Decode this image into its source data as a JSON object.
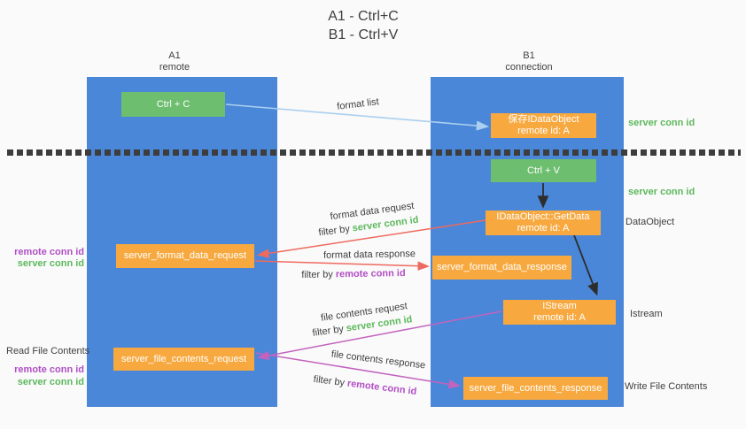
{
  "title": {
    "line1": "A1 - Ctrl+C",
    "line2": "B1 - Ctrl+V"
  },
  "columns": {
    "a": {
      "id": "A1",
      "subtitle": "remote"
    },
    "b": {
      "id": "B1",
      "subtitle": "connection"
    }
  },
  "nodes": {
    "ctrl_c": "Ctrl + C",
    "save_dataobject_line1": "保存IDataObject",
    "save_dataobject_line2": "remote id: A",
    "ctrl_v": "Ctrl + V",
    "getdata_line1": "IDataObject::GetData",
    "getdata_line2": "remote id: A",
    "format_request": "server_format_data_request",
    "format_response": "server_format_data_response",
    "istream_line1": "IStream",
    "istream_line2": "remote id: A",
    "file_request": "server_file_contents_request",
    "file_response": "server_file_contents_response"
  },
  "annotations": {
    "right_server_conn_id_1": "server conn id",
    "right_server_conn_id_2": "server conn id",
    "right_dataobject": "DataObject",
    "right_istream": "Istream",
    "right_write_file": "Write File Contents",
    "left_remote_conn_id_1": "remote conn id",
    "left_server_conn_id_1": "server conn id",
    "left_read_file": "Read File Contents",
    "left_remote_conn_id_2": "remote conn id",
    "left_server_conn_id_2": "server conn id"
  },
  "edge_labels": {
    "format_list": "format list",
    "format_data_request": "format data request",
    "filter_by_1": "filter by",
    "filter_server_1": "server conn id",
    "format_data_response": "format data response",
    "filter_by_2": "filter by",
    "filter_remote_1": "remote conn id",
    "file_contents_request": "file contents request",
    "filter_by_3": "filter by",
    "filter_server_2": "server conn id",
    "file_contents_response": "file contents response",
    "filter_by_4": "filter by",
    "filter_remote_2": "remote conn id"
  },
  "colors": {
    "column_blue": "#4a87d8",
    "box_green": "#6dbe6f",
    "box_orange": "#f7a940",
    "arrow_light_blue": "#aacfef",
    "arrow_red": "#ee6a5f",
    "arrow_magenta": "#c263be",
    "arrow_black": "#2d2d2d",
    "text_green": "#5cb85c",
    "text_purple": "#b14fc4",
    "text_dark": "#3f3f3f"
  }
}
